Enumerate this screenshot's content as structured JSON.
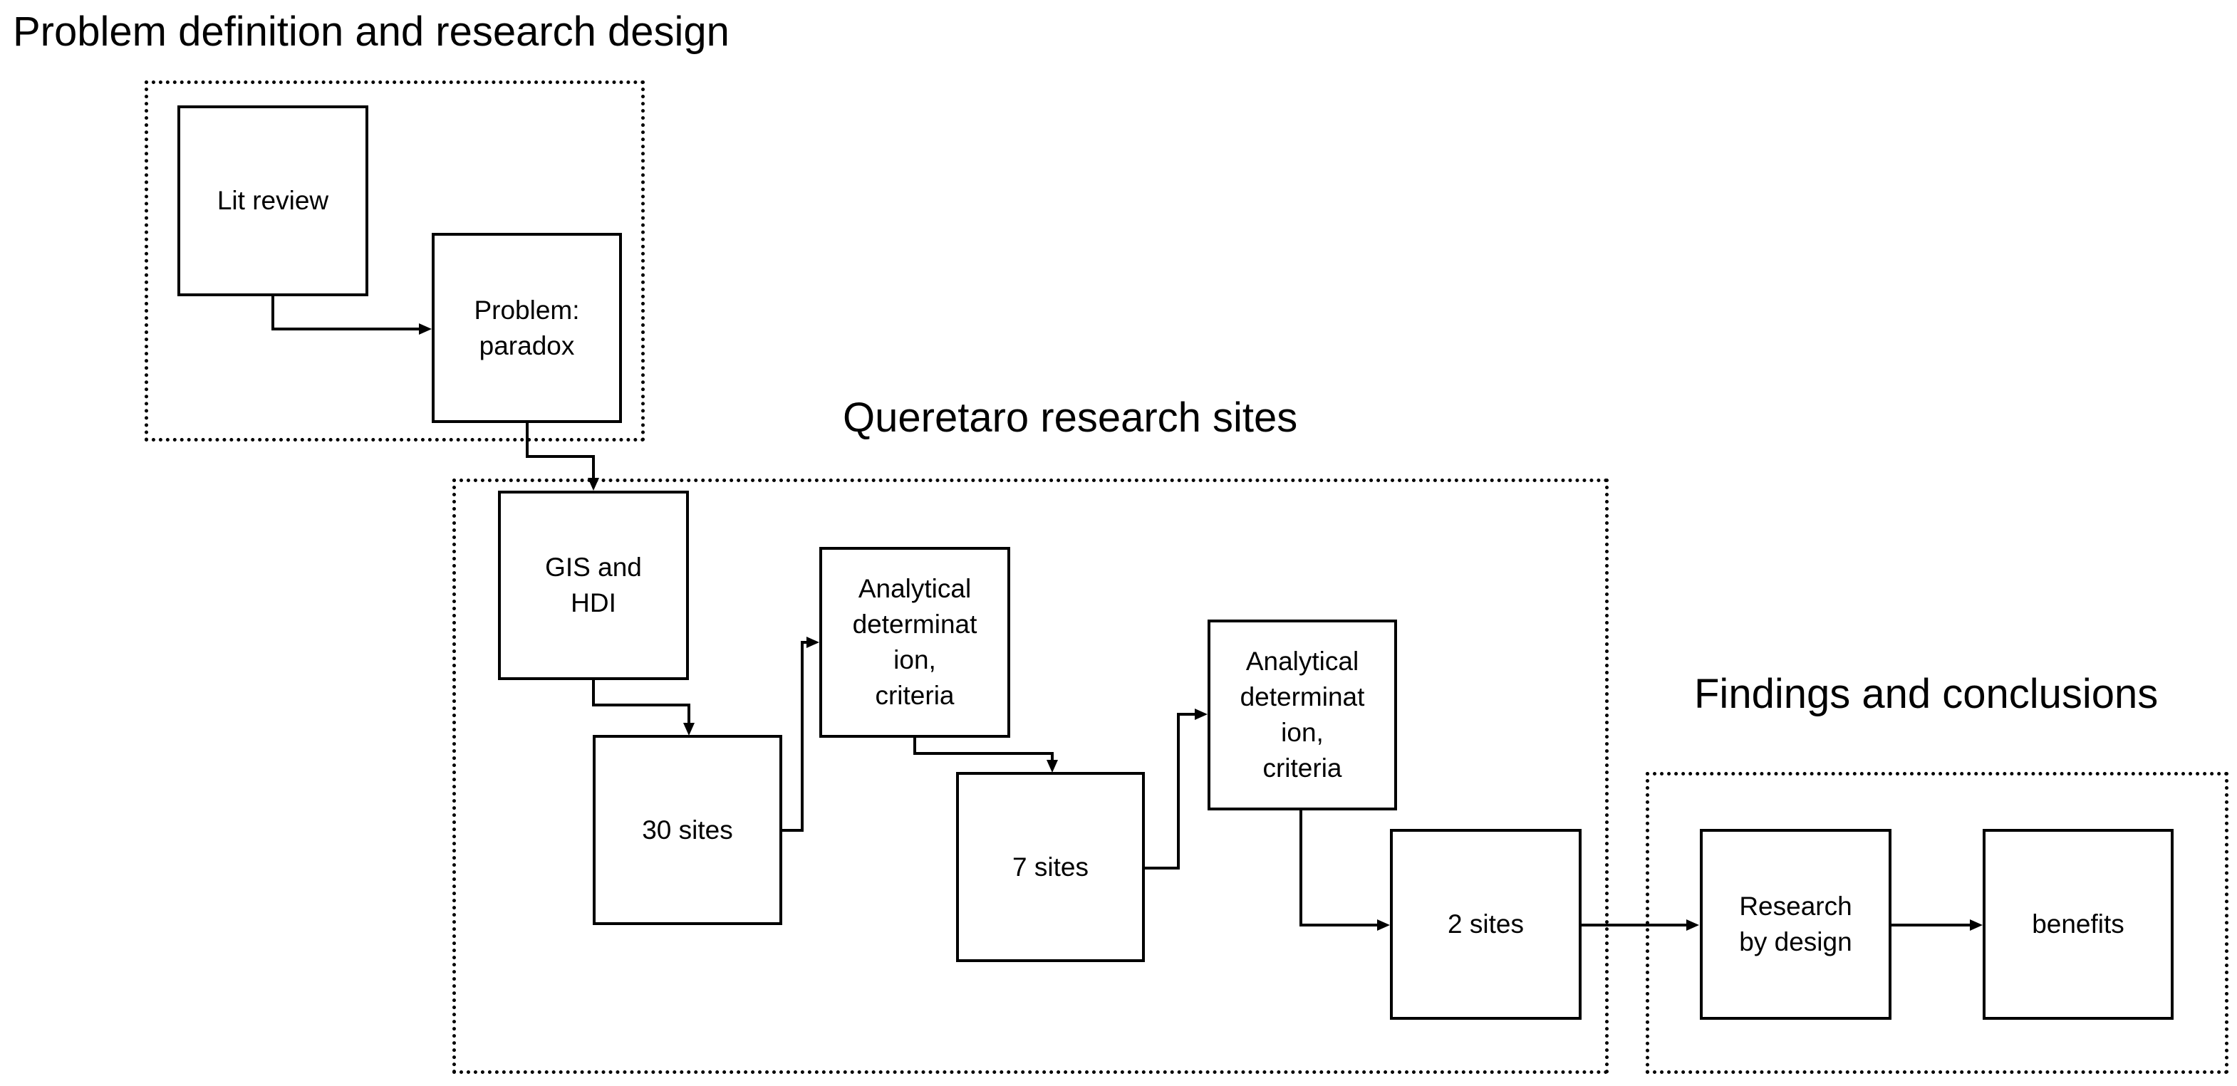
{
  "groups": {
    "problem": {
      "title": "Problem definition and research design"
    },
    "queretaro": {
      "title": "Queretaro research sites"
    },
    "findings": {
      "title": "Findings and conclusions"
    }
  },
  "nodes": {
    "lit_review": "Lit review",
    "problem_paradox": "Problem:\nparadox",
    "gis_hdi": "GIS and\nHDI",
    "sites_30": "30 sites",
    "analytical_1": "Analytical\ndeterminat\nion,\ncriteria",
    "sites_7": "7 sites",
    "analytical_2": "Analytical\ndeterminat\nion,\ncriteria",
    "sites_2": "2 sites",
    "research_by_design": "Research\nby design",
    "benefits": "benefits"
  },
  "colors": {
    "stroke": "#000000",
    "background": "#ffffff"
  }
}
